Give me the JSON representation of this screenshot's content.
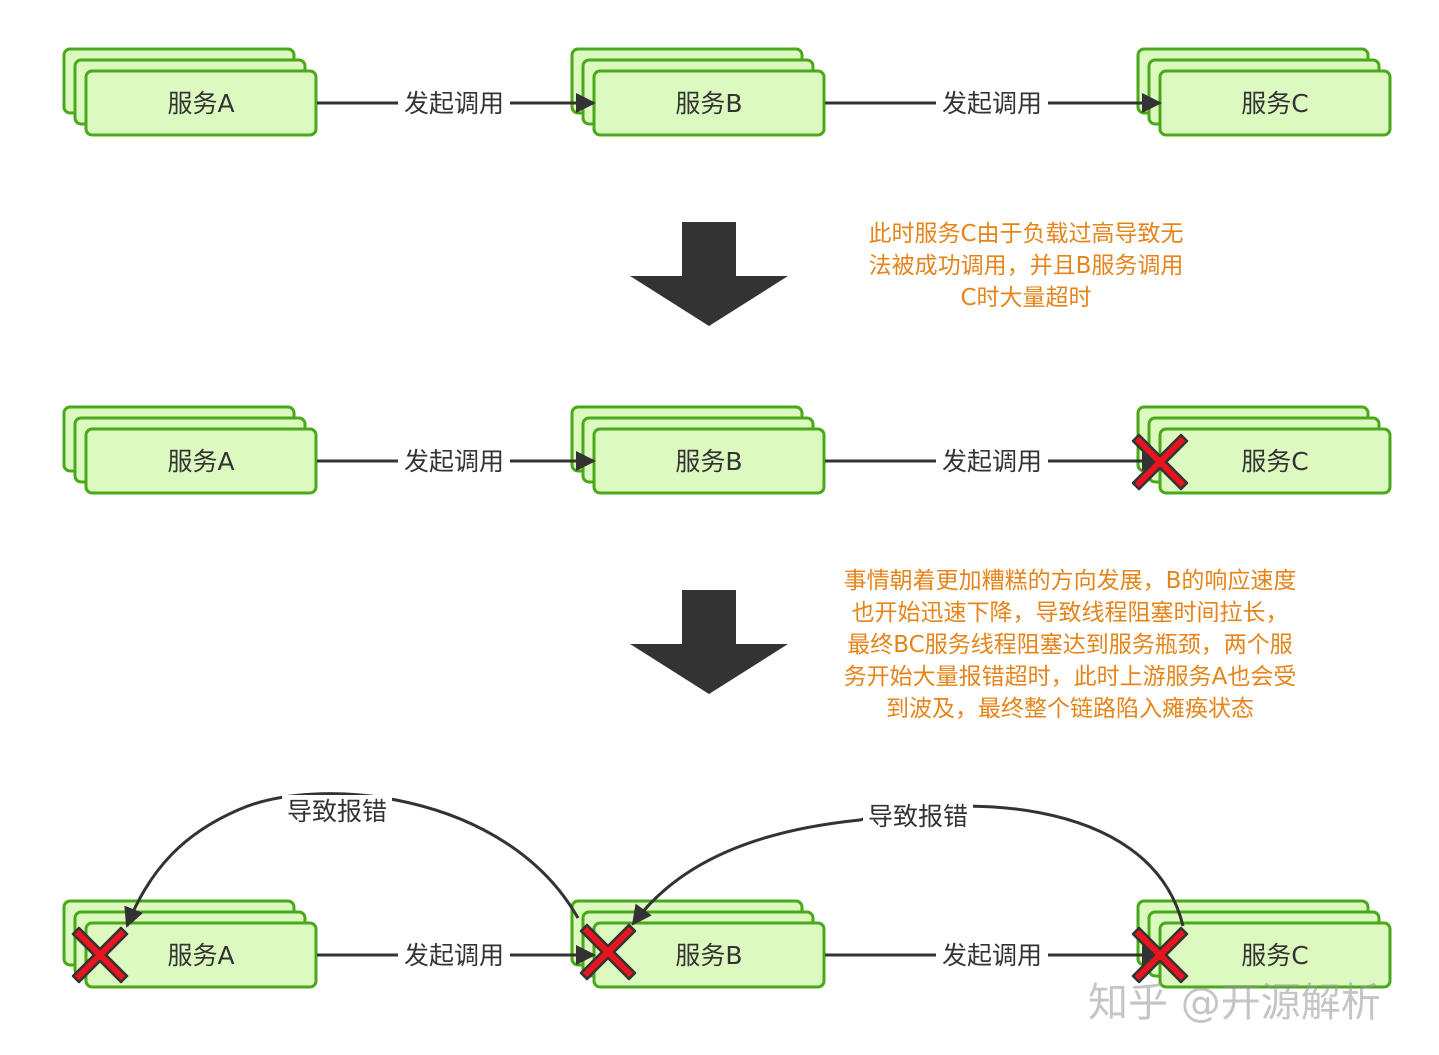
{
  "colors": {
    "box_fill": "#dcfac0",
    "box_stroke": "#4aa81b",
    "edge": "#333333",
    "note": "#e5841a",
    "cross": "#e8141e"
  },
  "labels": {
    "call": "发起调用",
    "error": "导致报错"
  },
  "stages": [
    {
      "services": [
        {
          "name": "服务A",
          "failed": false
        },
        {
          "name": "服务B",
          "failed": false
        },
        {
          "name": "服务C",
          "failed": false
        }
      ]
    },
    {
      "services": [
        {
          "name": "服务A",
          "failed": false
        },
        {
          "name": "服务B",
          "failed": false
        },
        {
          "name": "服务C",
          "failed": true
        }
      ]
    },
    {
      "services": [
        {
          "name": "服务A",
          "failed": true
        },
        {
          "name": "服务B",
          "failed": true
        },
        {
          "name": "服务C",
          "failed": true
        }
      ]
    }
  ],
  "notes": [
    {
      "lines": [
        "此时服务C由于负载过高导致无",
        "法被成功调用，并且B服务调用",
        "C时大量超时"
      ]
    },
    {
      "lines": [
        "事情朝着更加糟糕的方向发展，B的响应速度",
        "也开始迅速下降，导致线程阻塞时间拉长，",
        "最终BC服务线程阻塞达到服务瓶颈，两个服",
        "务开始大量报错超时，此时上游服务A也会受",
        "到波及，最终整个链路陷入瘫痪状态"
      ]
    }
  ],
  "watermark": "知乎 @开源解析"
}
